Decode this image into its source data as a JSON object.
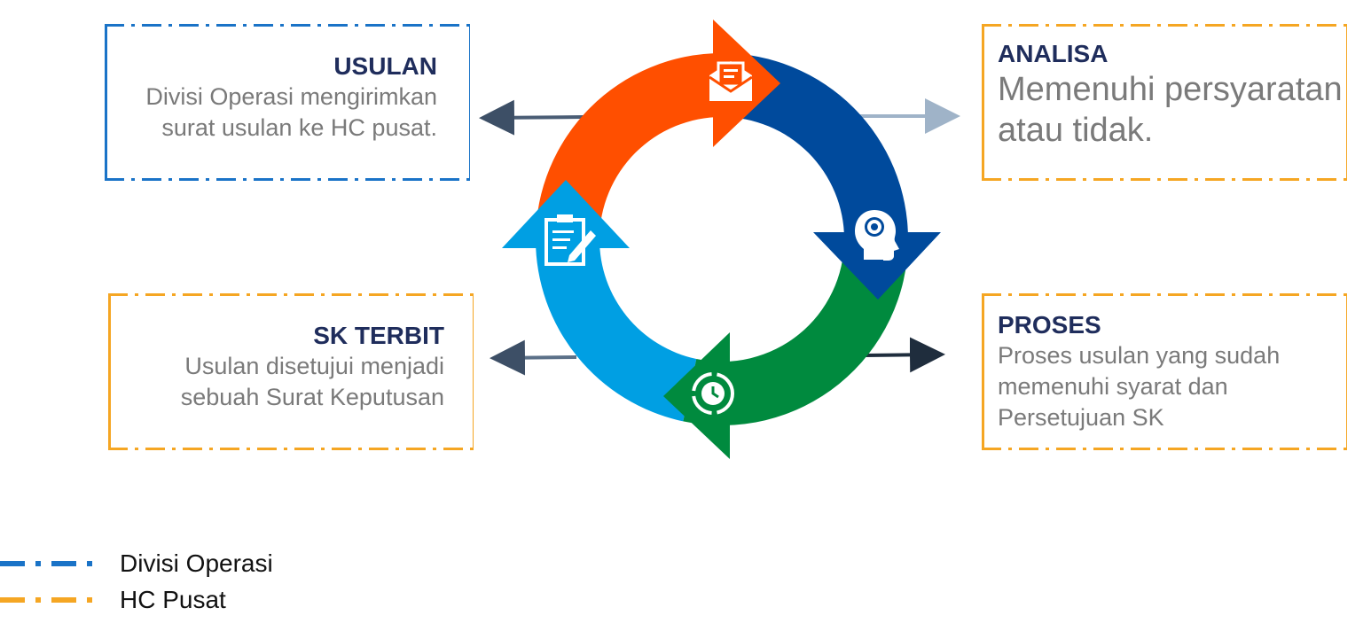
{
  "boxes": {
    "usulan": {
      "title": "USULAN",
      "desc_line1": "Divisi Operasi mengirimkan",
      "desc_line2": "surat usulan ke HC pusat."
    },
    "analisa": {
      "title": "ANALISA",
      "desc_line1": "Memenuhi persyaratan",
      "desc_line2": "atau tidak."
    },
    "sk_terbit": {
      "title": "SK TERBIT",
      "desc_line1": "Usulan disetujui menjadi",
      "desc_line2": "sebuah Surat Keputusan"
    },
    "proses": {
      "title": "PROSES",
      "desc_line1": "Proses usulan yang sudah",
      "desc_line2": "memenuhi syarat dan",
      "desc_line3": "Persetujuan SK"
    }
  },
  "legend": [
    {
      "label": "Divisi Operasi",
      "color": "#1a73c7"
    },
    {
      "label": "HC Pusat",
      "color": "#f5a623"
    }
  ],
  "cycle_colors": {
    "usulan": "#ff4f00",
    "analisa": "#004a9c",
    "proses": "#008a3e",
    "sk_terbit": "#009fe3"
  },
  "icons": {
    "usulan": "envelope-letter-icon",
    "analisa": "head-gear-icon",
    "proses": "clock-refresh-icon",
    "sk_terbit": "document-pen-icon"
  }
}
